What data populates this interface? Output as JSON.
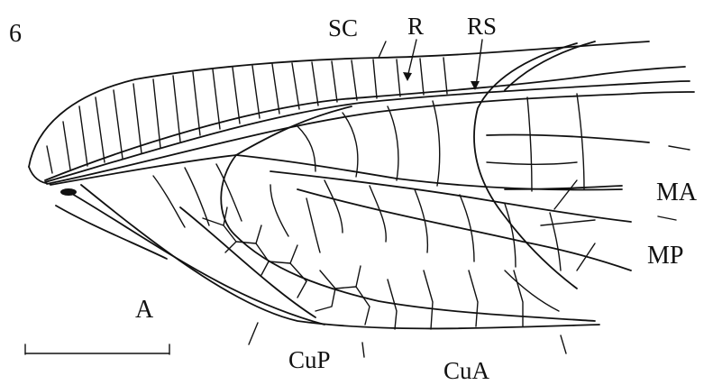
{
  "figure": {
    "number": "6",
    "labels": {
      "sc": "SC",
      "r": "R",
      "rs": "RS",
      "ma": "MA",
      "mp": "MP",
      "a": "A",
      "cup": "CuP",
      "cua": "CuA"
    },
    "scale_bar": "scale bar (no value printed)",
    "colors": {
      "ink": "#111111",
      "background": "#ffffff"
    }
  }
}
